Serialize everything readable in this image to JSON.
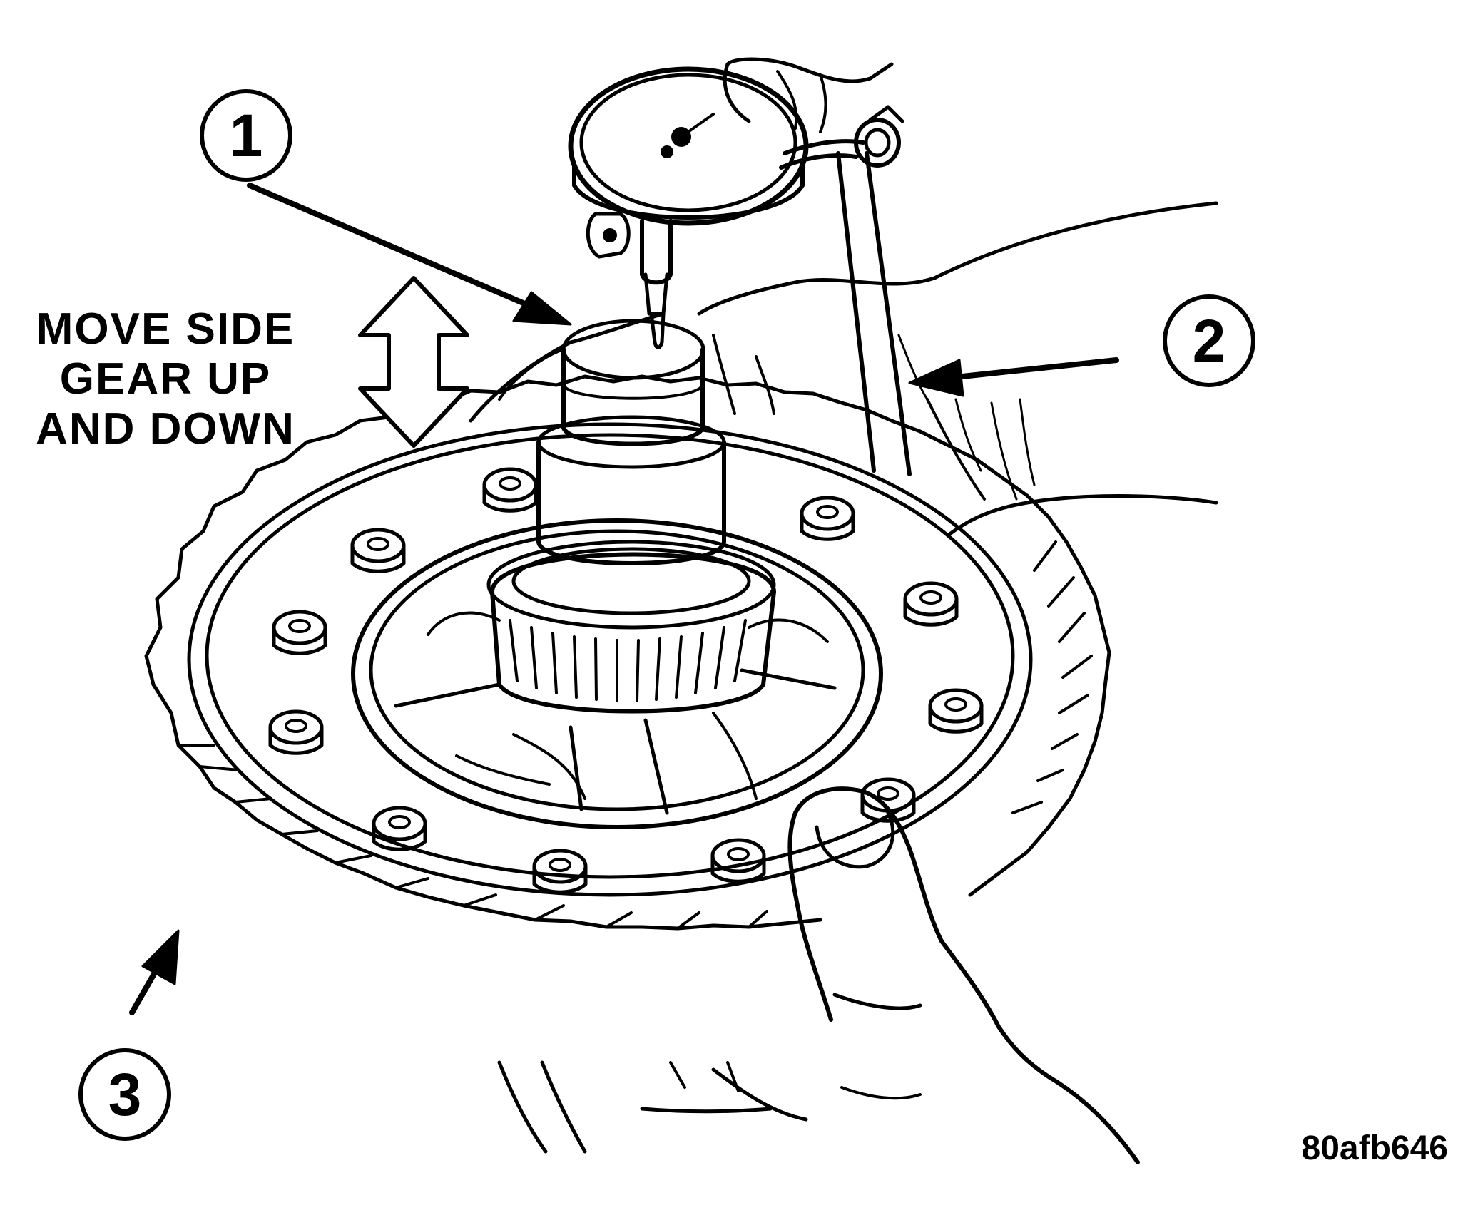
{
  "instruction": {
    "lines": [
      "MOVE SIDE",
      "GEAR UP",
      "AND DOWN"
    ]
  },
  "callouts": [
    {
      "number": "1"
    },
    {
      "number": "2"
    },
    {
      "number": "3"
    }
  ],
  "figure_id": "80afb646",
  "icons": {
    "motion_arrow": "double-arrow-up-down-icon",
    "dial_indicator": "dial-indicator-icon",
    "ring_gear": "ring-gear-icon",
    "hand": "hand-icon"
  },
  "colors": {
    "ink": "#000000",
    "paper": "#ffffff"
  }
}
